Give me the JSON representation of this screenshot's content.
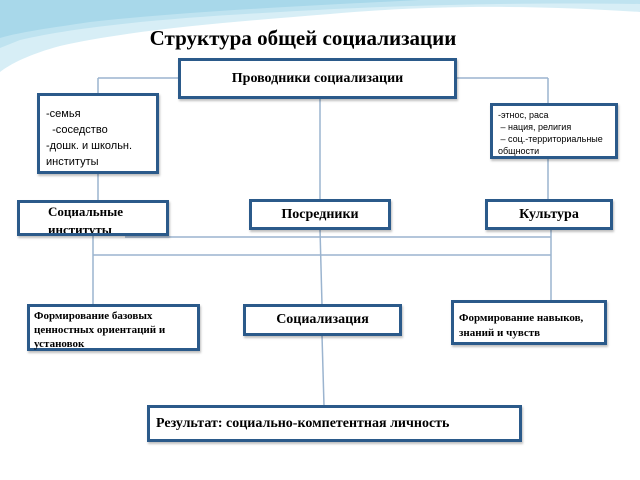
{
  "title": "Структура общей социализации",
  "agents": {
    "label": "Проводники социализации"
  },
  "family_box": {
    "lines": [
      "-семья",
      "  -соседство",
      "-дошк. и школьн.",
      "институты"
    ]
  },
  "ethnos_box": {
    "lines": [
      "-этнос, раса",
      " – нация, религия",
      " – соц.-территориальные",
      "общности"
    ]
  },
  "institutions": {
    "label": "Социальные институты"
  },
  "mediators": {
    "label": "Посредники"
  },
  "culture": {
    "label": "Культура"
  },
  "values_box": {
    "label": "Формирование базовых ценностных ориентаций и установок"
  },
  "socialization": {
    "label": "Социализация"
  },
  "skills_box": {
    "label": "Формирование навыков, знаний и чувств"
  },
  "result": {
    "label": "Результат: социально-компетентная личность"
  },
  "colors": {
    "border": "#2b5a8a",
    "connector": "#9bb4cf",
    "wave": "#bfe3f0"
  }
}
